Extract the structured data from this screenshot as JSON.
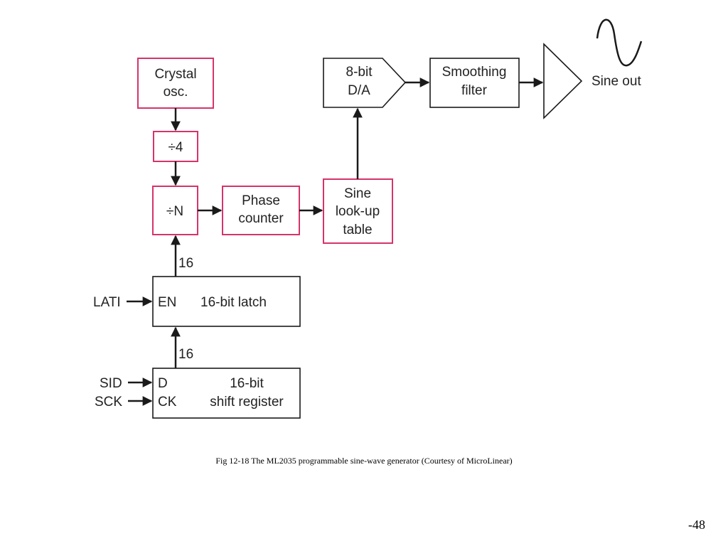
{
  "diagram": {
    "blocks": {
      "crystal": [
        "Crystal",
        "osc."
      ],
      "div4": "÷4",
      "divN": "÷N",
      "phase": [
        "Phase",
        "counter"
      ],
      "lut": [
        "Sine",
        "look-up",
        "table"
      ],
      "dac": [
        "8-bit",
        "D/A"
      ],
      "filter": [
        "Smoothing",
        "filter"
      ],
      "latch": {
        "en": "EN",
        "name": "16-bit latch"
      },
      "shift": {
        "d": "D",
        "ck": "CK",
        "name1": "16-bit",
        "name2": "shift register"
      }
    },
    "inputs": {
      "lati": "LATI",
      "sid": "SID",
      "sck": "SCK"
    },
    "bus_labels": {
      "latch_to_divn": "16",
      "shift_to_latch": "16"
    },
    "output_label": "Sine out",
    "colors": {
      "highlight_border": "#d6336c",
      "line": "#1a1a1a"
    }
  },
  "caption": "Fig 12-18 The ML2035 programmable sine-wave generator (Courtesy of MicroLinear)",
  "page_number": "-48"
}
